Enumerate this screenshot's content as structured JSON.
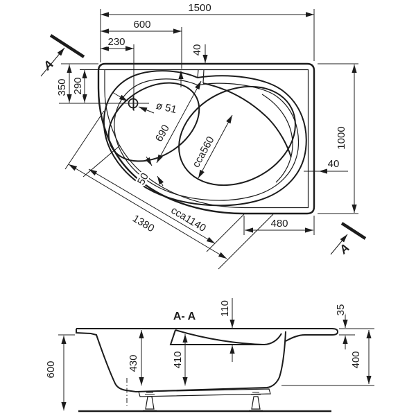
{
  "plan": {
    "width_total": "1500",
    "width_part": "600",
    "drain_offset_x": "230",
    "rim_top": "40",
    "drain_offset_y1": "350",
    "drain_offset_y2": "290",
    "drain_dia": "ø 51",
    "basin_length": "690",
    "seat_width": "cca560",
    "gap": "50",
    "diag_length": "1380",
    "diag_inner": "cca1140",
    "bottom_right": "480",
    "rim_right": "40",
    "height_total": "1000",
    "marker_a": "A"
  },
  "section": {
    "title": "A- A",
    "rim_to_seat": "110",
    "rim_thickness": "35",
    "total_height": "600",
    "depth_left": "430",
    "depth_seat": "410",
    "shell_height_right": "400"
  },
  "colors": {
    "line": "#1c1c1c",
    "background": "#ffffff"
  }
}
